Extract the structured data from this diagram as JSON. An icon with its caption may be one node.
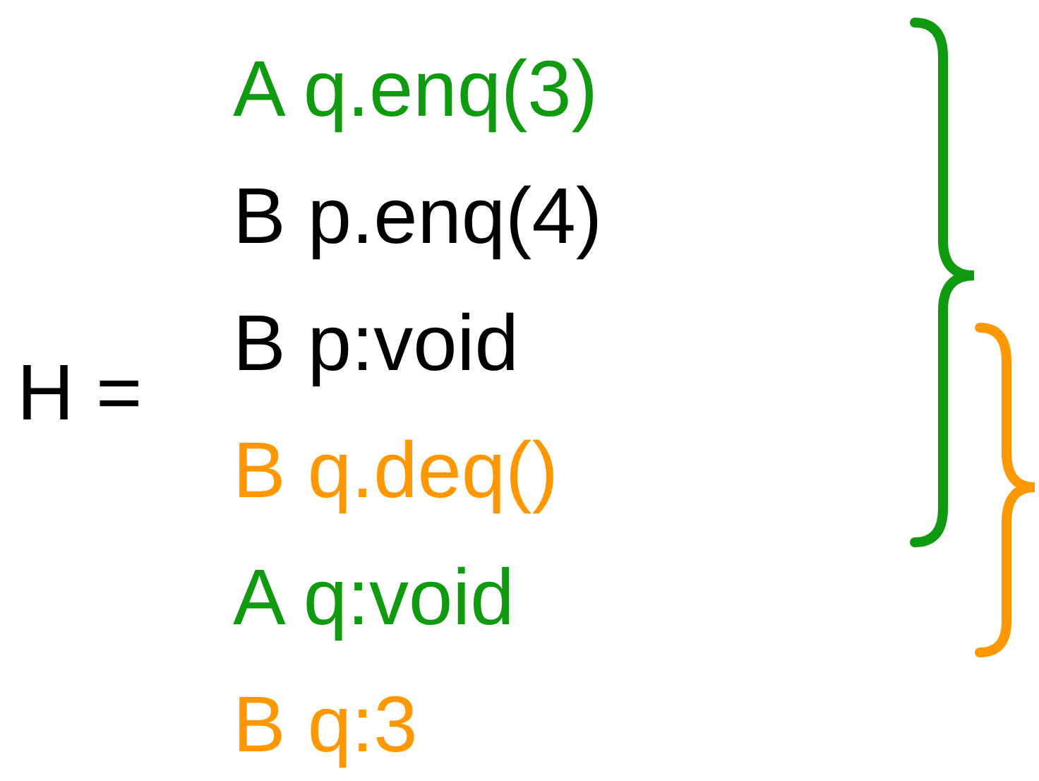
{
  "diagram": {
    "labels": [
      "H =",
      "A q.enq(3)",
      "B p.enq(4)",
      "B p:void",
      "B q.deq()",
      "A q:void",
      "B q:3"
    ]
  }
}
